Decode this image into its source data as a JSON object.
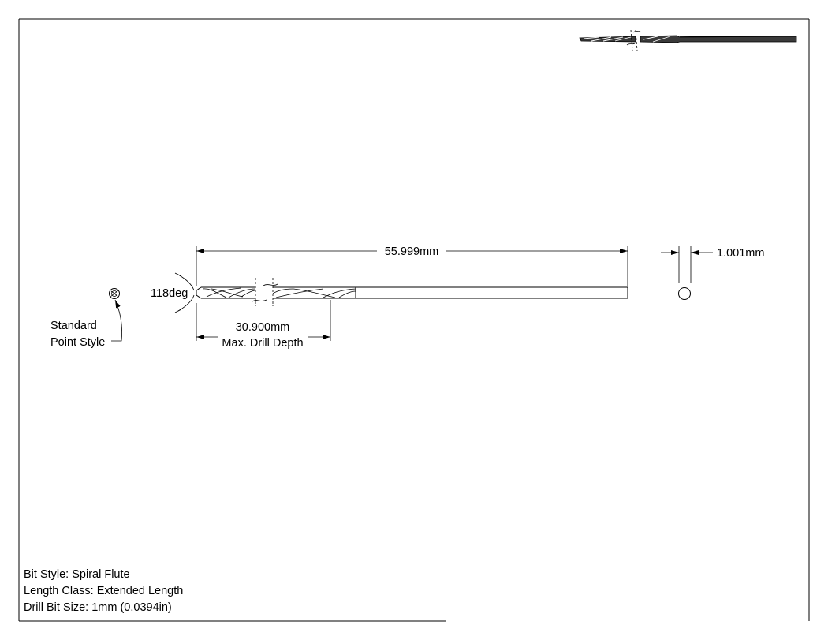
{
  "dimensions": {
    "overall_length": "55.999mm",
    "diameter": "1.001mm",
    "point_angle": "118deg",
    "flute_length": "30.900mm",
    "flute_length_label": "Max. Drill Depth"
  },
  "callout": {
    "line1": "Standard",
    "line2": "Point Style"
  },
  "notes": {
    "bit_style": "Bit Style: Spiral Flute",
    "length_class": "Length Class: Extended Length",
    "drill_bit_size": "Drill Bit Size: 1mm (0.0394in)"
  }
}
